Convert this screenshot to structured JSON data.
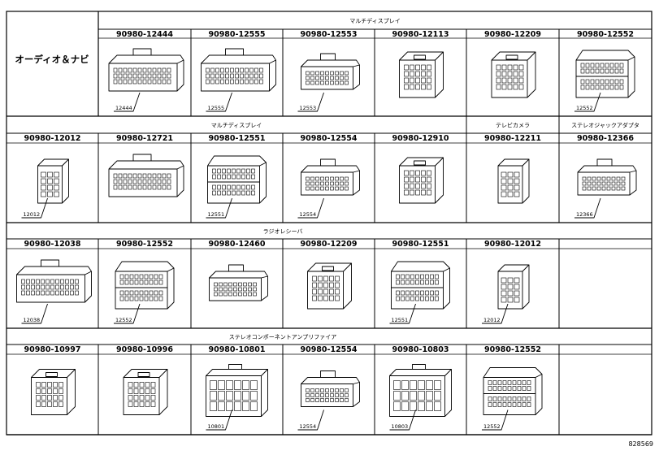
{
  "side_label": "オーディオ＆ナビ",
  "footer_code": "828569",
  "sections": [
    {
      "groups": [
        {
          "label": "マルチディスプレイ",
          "span": 6
        }
      ],
      "parts": [
        {
          "number": "90980-12444",
          "callout": "12444",
          "shape": "wide"
        },
        {
          "number": "90980-12555",
          "callout": "12555",
          "shape": "wide"
        },
        {
          "number": "90980-12553",
          "callout": "12553",
          "shape": "mid"
        },
        {
          "number": "90980-12113",
          "callout": "",
          "shape": "block"
        },
        {
          "number": "90980-12209",
          "callout": "",
          "shape": "block"
        },
        {
          "number": "90980-12552",
          "callout": "12552",
          "shape": "stack"
        }
      ]
    },
    {
      "groups": [
        {
          "label": "マルチディスプレイ",
          "span": 5
        },
        {
          "label": "テレビカメラ",
          "span": 1
        },
        {
          "label": "ステレオジャックアダプタ",
          "span": 1
        }
      ],
      "parts": [
        {
          "number": "90980-12012",
          "callout": "12012",
          "shape": "small"
        },
        {
          "number": "90980-12721",
          "callout": "",
          "shape": "wide"
        },
        {
          "number": "90980-12551",
          "callout": "12551",
          "shape": "stack"
        },
        {
          "number": "90980-12554",
          "callout": "12554",
          "shape": "mid"
        },
        {
          "number": "90980-12910",
          "callout": "",
          "shape": "block"
        },
        {
          "number": "90980-12211",
          "callout": "",
          "shape": "small"
        },
        {
          "number": "90980-12366",
          "callout": "12366",
          "shape": "mid"
        }
      ]
    },
    {
      "groups": [
        {
          "label": "ラジオレシーバ",
          "span": 6
        }
      ],
      "parts": [
        {
          "number": "90980-12038",
          "callout": "12038",
          "shape": "wide"
        },
        {
          "number": "90980-12552",
          "callout": "12552",
          "shape": "stack"
        },
        {
          "number": "90980-12460",
          "callout": "",
          "shape": "mid"
        },
        {
          "number": "90980-12209",
          "callout": "",
          "shape": "block"
        },
        {
          "number": "90980-12551",
          "callout": "12551",
          "shape": "stack"
        },
        {
          "number": "90980-12012",
          "callout": "12012",
          "shape": "small"
        }
      ]
    },
    {
      "groups": [
        {
          "label": "ステレオコンポーネントアンプリファイア",
          "span": 6
        }
      ],
      "parts": [
        {
          "number": "90980-10997",
          "callout": "",
          "shape": "block"
        },
        {
          "number": "90980-10996",
          "callout": "",
          "shape": "block"
        },
        {
          "number": "90980-10801",
          "callout": "10801",
          "shape": "grid"
        },
        {
          "number": "90980-12554",
          "callout": "12554",
          "shape": "mid"
        },
        {
          "number": "90980-10803",
          "callout": "10803",
          "shape": "grid"
        },
        {
          "number": "90980-12552",
          "callout": "12552",
          "shape": "stack"
        }
      ]
    }
  ]
}
